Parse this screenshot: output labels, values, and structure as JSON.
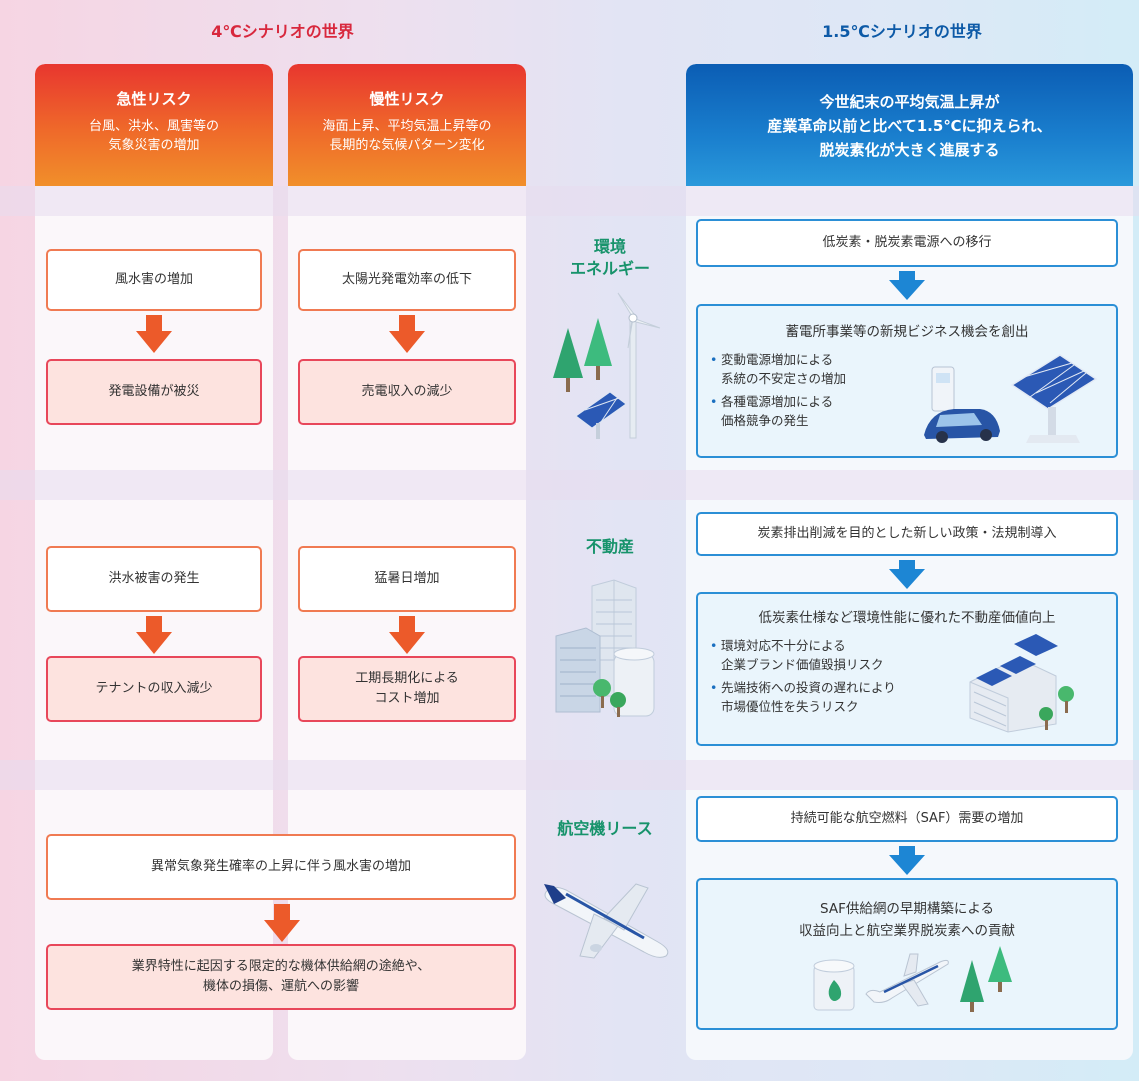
{
  "scenario_4c": {
    "title": "4℃シナリオの世界"
  },
  "scenario_15c": {
    "title": "1.5℃シナリオの世界"
  },
  "acute_risk": {
    "title": "急性リスク",
    "line1": "台風、洪水、風害等の",
    "line2": "気象災害の増加"
  },
  "chronic_risk": {
    "title": "慢性リスク",
    "line1": "海面上昇、平均気温上昇等の",
    "line2": "長期的な気候パターン変化"
  },
  "scenario_15c_header": {
    "line1": "今世紀末の平均気温上昇が",
    "line2": "産業革命以前と比べて1.5℃に抑えられ、",
    "line3": "脱炭素化が大きく進展する"
  },
  "energy": {
    "label_line1": "環境",
    "label_line2": "エネルギー",
    "acute_cause": "風水害の増加",
    "acute_effect": "発電設備が被災",
    "chronic_cause": "太陽光発電効率の低下",
    "chronic_effect": "売電収入の減少",
    "transition_cause": "低炭素・脱炭素電源への移行",
    "transition_title": "蓄電所事業等の新規ビジネス機会を創出",
    "bullets": [
      {
        "l1": "変動電源増加による",
        "l2": "系統の不安定さの増加"
      },
      {
        "l1": "各種電源増加による",
        "l2": "価格競争の発生"
      }
    ]
  },
  "real_estate": {
    "label": "不動産",
    "acute_cause": "洪水被害の発生",
    "acute_effect": "テナントの収入減少",
    "chronic_cause": "猛暑日増加",
    "chronic_effect_line1": "工期長期化による",
    "chronic_effect_line2": "コスト増加",
    "transition_cause": "炭素排出削減を目的とした新しい政策・法規制導入",
    "transition_title": "低炭素仕様など環境性能に優れた不動産価値向上",
    "bullets": [
      {
        "l1": "環境対応不十分による",
        "l2": "企業ブランド価値毀損リスク"
      },
      {
        "l1": "先端技術への投資の遅れにより",
        "l2": "市場優位性を失うリスク"
      }
    ]
  },
  "aircraft": {
    "label": "航空機リース",
    "cause": "異常気象発生確率の上昇に伴う風水害の増加",
    "effect_line1": "業界特性に起因する限定的な機体供給網の途絶や、",
    "effect_line2": "機体の損傷、運航への影響",
    "transition_cause": "持続可能な航空燃料（SAF）需要の増加",
    "transition_title_line1": "SAF供給網の早期構築による",
    "transition_title_line2": "収益向上と航空業界脱炭素への貢献"
  },
  "colors": {
    "risk_red": "#d8283d",
    "risk_orange": "#f18f2a",
    "opportunity_blue": "#0d5aa7",
    "sector_green": "#17936b"
  }
}
